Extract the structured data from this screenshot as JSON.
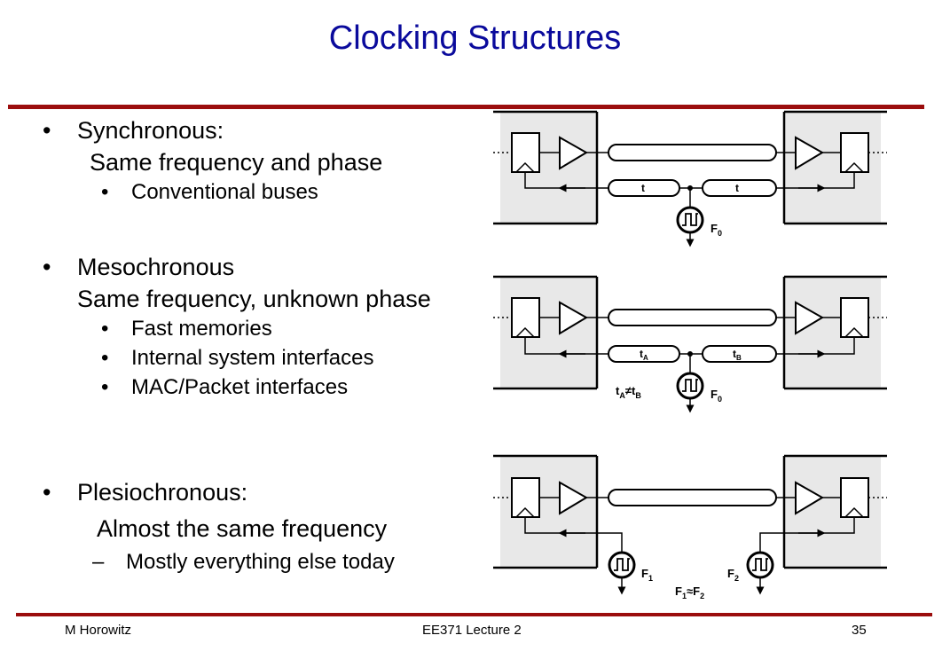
{
  "slide": {
    "title": "Clocking Structures",
    "bullet_marker": "•",
    "dash_marker": "–",
    "sections": [
      {
        "heading": "Synchronous:",
        "subheading": "Same frequency and phase",
        "items": [
          "Conventional buses"
        ]
      },
      {
        "heading": "Mesochronous",
        "subheading": "Same frequency, unknown phase",
        "items": [
          "Fast memories",
          "Internal system interfaces",
          "MAC/Packet interfaces"
        ]
      },
      {
        "heading": "Plesiochronous:",
        "subheading": "Almost the same frequency",
        "items": [
          "Mostly everything else today"
        ]
      }
    ]
  },
  "diagrams": {
    "synchronous": {
      "delay_a": "t",
      "delay_b": "t",
      "clock": "F",
      "clock_sub": "0"
    },
    "mesochronous": {
      "delay_a": "t",
      "delay_a_sub": "A",
      "delay_b": "t",
      "delay_b_sub": "B",
      "clock": "F",
      "clock_sub": "0",
      "relation_lhs": "t",
      "relation_lhs_sub": "A",
      "relation_op": "≠",
      "relation_rhs": "t",
      "relation_rhs_sub": "B"
    },
    "plesiochronous": {
      "clock_left": "F",
      "clock_left_sub": "1",
      "clock_right": "F",
      "clock_right_sub": "2",
      "relation_lhs": "F",
      "relation_lhs_sub": "1",
      "relation_op": "≈",
      "relation_rhs": "F",
      "relation_rhs_sub": "2"
    }
  },
  "footer": {
    "author": "M Horowitz",
    "course": "EE371 Lecture 2",
    "page": "35"
  }
}
